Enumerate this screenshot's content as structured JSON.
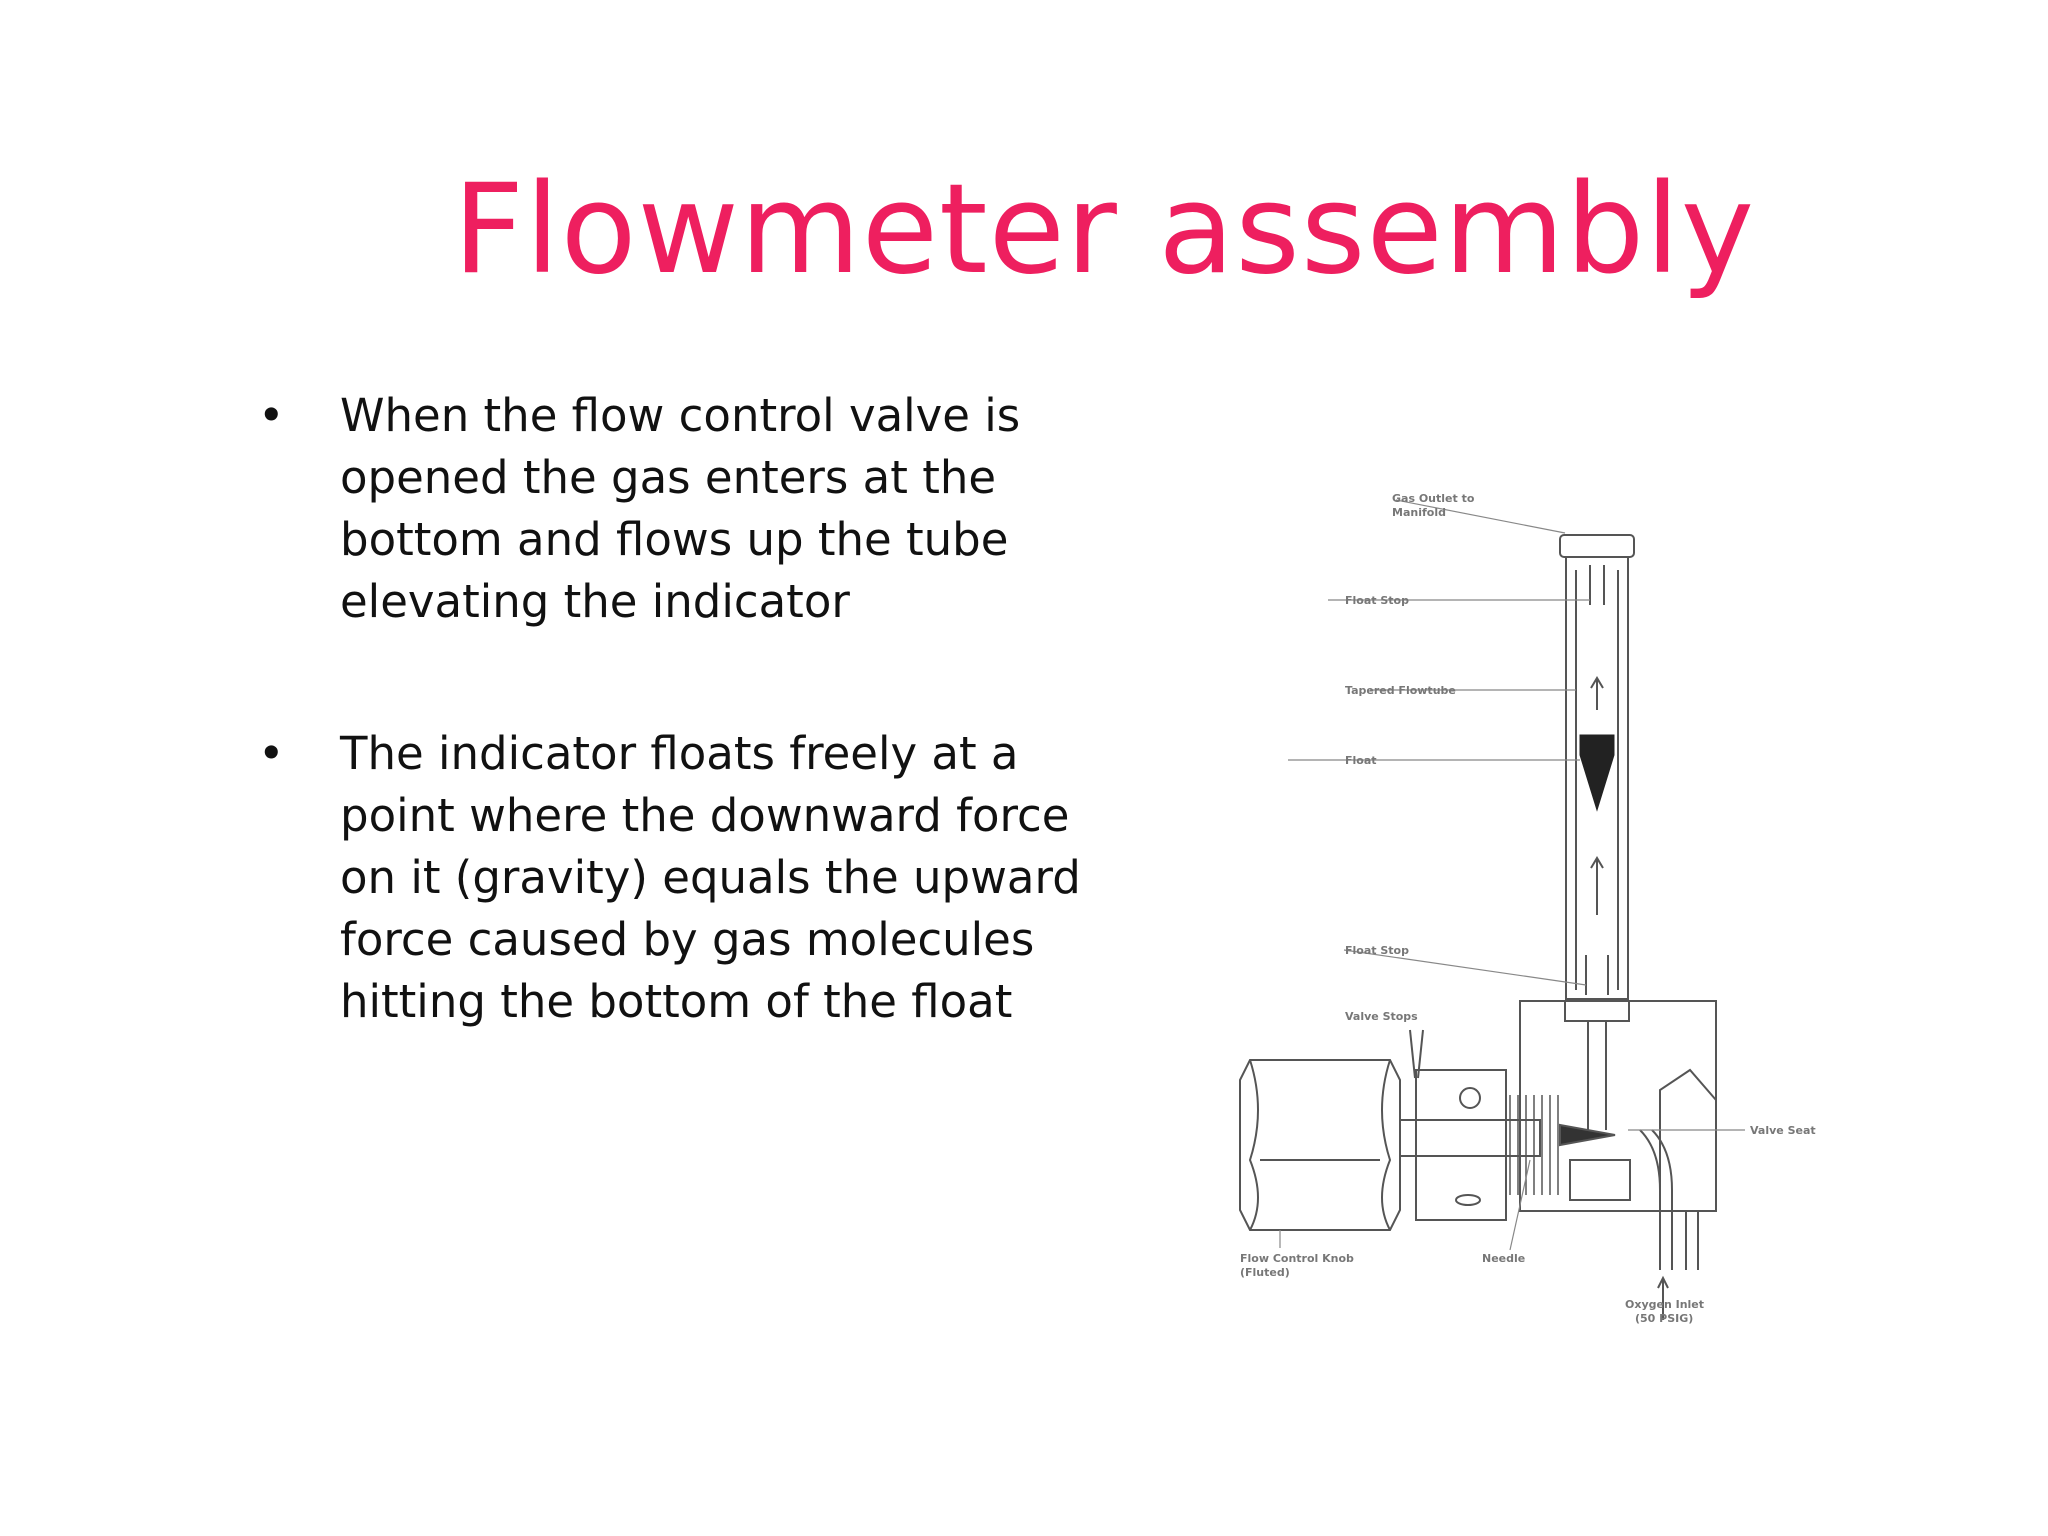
{
  "slide": {
    "title": "Flowmeter assembly",
    "bullet_glyph": "•",
    "bullets": [
      "When the flow control valve is opened the gas enters at the bottom and flows up the tube elevating the indicator",
      "The indicator floats freely at a point where the downward force on it (gravity) equals the upward force caused by gas molecules hitting the bottom of the float"
    ]
  },
  "diagram": {
    "labels": {
      "gas_outlet_1": "Gas Outlet to",
      "gas_outlet_2": "Manifold",
      "float_stop_top": "Float Stop",
      "tapered_flowtube": "Tapered Flowtube",
      "float": "Float",
      "float_stop_bottom": "Float Stop",
      "valve_stops": "Valve Stops",
      "valve_seat": "Valve Seat",
      "knob_1": "Flow Control Knob",
      "knob_2": "(Fluted)",
      "needle": "Needle",
      "oxygen_inlet_1": "Oxygen Inlet",
      "oxygen_inlet_2": "(50 PSIG)"
    }
  },
  "colors": {
    "title": "#ee1f5f",
    "body_text": "#111111",
    "background": "#ffffff"
  }
}
